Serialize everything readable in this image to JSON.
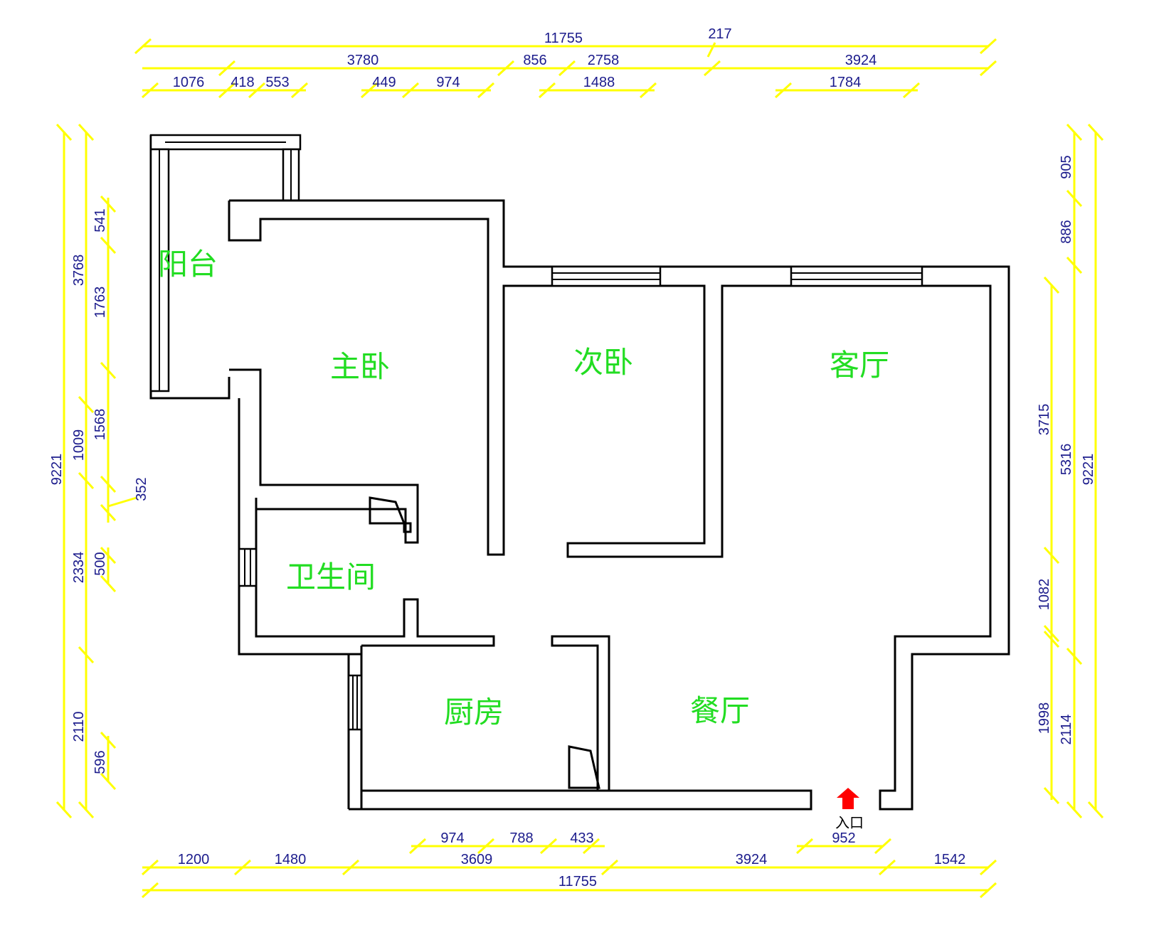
{
  "colors": {
    "dimension_line": "#ffff00",
    "dimension_text": "#1c1c8c",
    "room_label": "#22dd22",
    "wall": "#000000",
    "entrance_arrow": "#ff0000"
  },
  "rooms": {
    "balcony": "阳台",
    "master_bedroom": "主卧",
    "second_bedroom": "次卧",
    "living_room": "客厅",
    "bathroom": "卫生间",
    "kitchen": "厨房",
    "dining_room": "餐厅"
  },
  "entrance": {
    "label": "入口",
    "icon": "red-up-arrow-icon"
  },
  "dimensions": {
    "top": {
      "overall": "11755",
      "extra": "217",
      "row2": [
        "3780",
        "856",
        "2758",
        "3924"
      ],
      "row3": [
        "1076",
        "418",
        "553",
        "449",
        "974",
        "1488",
        "1784"
      ]
    },
    "bottom": {
      "overall": "11755",
      "row2": [
        "1200",
        "1480",
        "3609",
        "3924",
        "1542"
      ],
      "row1": [
        "974",
        "788",
        "433",
        "952"
      ]
    },
    "left": {
      "overall": "9221",
      "col2": [
        "3768",
        "1009",
        "2334",
        "2110"
      ],
      "col3": [
        "541",
        "1763",
        "1568",
        "352",
        "500",
        "596"
      ]
    },
    "right": {
      "overall": "9221",
      "col2": [
        "905",
        "886",
        "5316",
        "2114"
      ],
      "col3": [
        "3715",
        "1082",
        "1998"
      ]
    }
  }
}
